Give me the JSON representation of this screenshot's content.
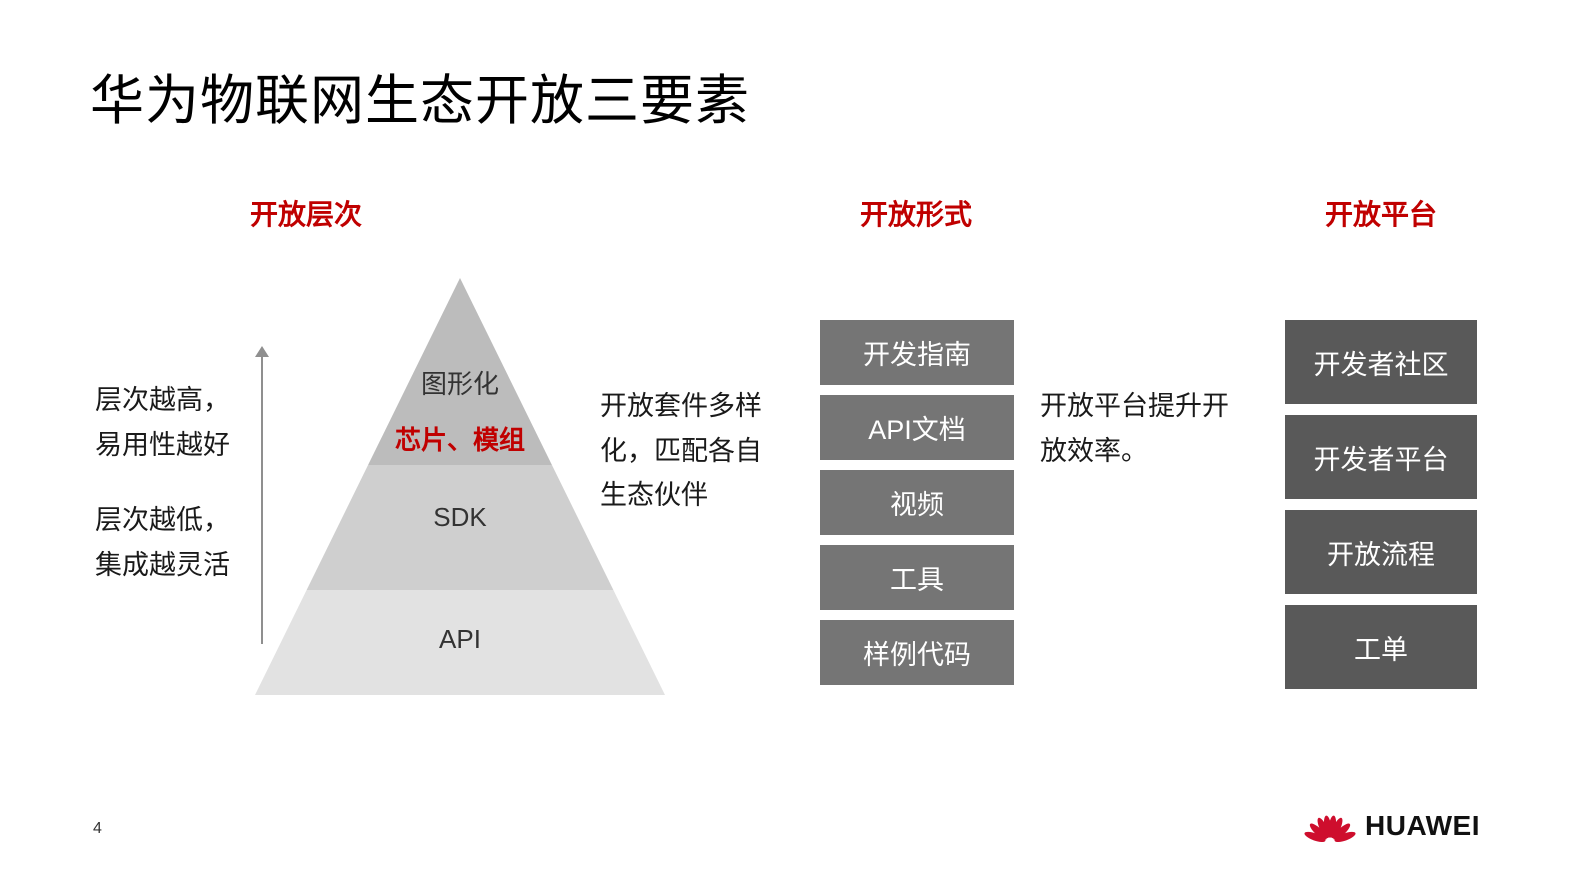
{
  "slide": {
    "title": "华为物联网生态开放三要素",
    "page_number": "4",
    "brand": "HUAWEI"
  },
  "colors": {
    "accent_red": "#C00000",
    "logo_red": "#CE0E2D",
    "forms_box_gray": "#757575",
    "platform_box_gray": "#595959",
    "pyramid_top": "#BCBCBC",
    "pyramid_middle": "#CFCFCF",
    "pyramid_bottom": "#E2E2E2"
  },
  "open_levels": {
    "header": "开放层次",
    "pyramid_layers": [
      {
        "label": "图形化"
      },
      {
        "label": "芯片、模组"
      },
      {
        "label": "SDK"
      },
      {
        "label": "API"
      }
    ],
    "axis_note_top": "层次越高，\n易用性越好",
    "axis_note_bottom": "层次越低，\n集成越灵活",
    "side_note": "开放套件多样化，匹配各自生态伙伴"
  },
  "open_forms": {
    "header": "开放形式",
    "items": [
      "开发指南",
      "API文档",
      "视频",
      "工具",
      "样例代码"
    ],
    "side_note": "开放平台提升开放效率。"
  },
  "open_platform": {
    "header": "开放平台",
    "items": [
      "开发者社区",
      "开发者平台",
      "开放流程",
      "工单"
    ]
  }
}
